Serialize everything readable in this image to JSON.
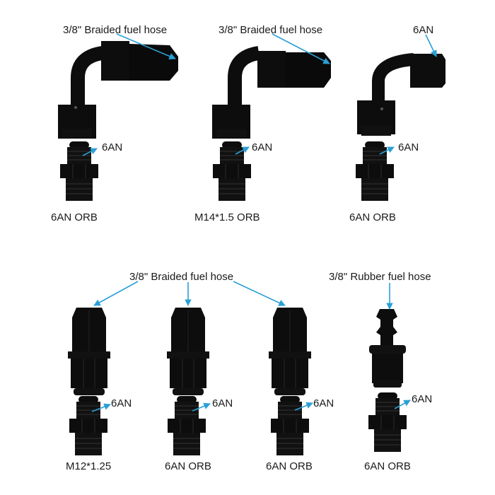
{
  "colors": {
    "background": "#ffffff",
    "fitting": "#0d0d0d",
    "fitting_highlight": "#2a2a2a",
    "arrow": "#2a9fd6",
    "text": "#1a1a1a"
  },
  "top_row": [
    {
      "hose_label": "3/8\" Braided fuel hose",
      "an_label": "6AN",
      "thread_label": "6AN ORB",
      "type": "90-degree braided hose end"
    },
    {
      "hose_label": "3/8\" Braided fuel hose",
      "an_label": "6AN",
      "thread_label": "M14*1.5 ORB",
      "type": "90-degree braided hose end"
    },
    {
      "hose_label": "6AN",
      "an_label": "6AN",
      "thread_label": "6AN ORB",
      "type": "90-degree female swivel"
    }
  ],
  "bottom_row": {
    "shared_hose_label": "3/8\" Braided fuel hose",
    "rubber_hose_label": "3/8\" Rubber fuel hose",
    "items": [
      {
        "an_label": "6AN",
        "thread_label": "M12*1.25",
        "type": "straight braided hose end"
      },
      {
        "an_label": "6AN",
        "thread_label": "6AN ORB",
        "type": "straight braided hose end"
      },
      {
        "an_label": "6AN",
        "thread_label": "6AN ORB",
        "type": "straight braided hose end"
      },
      {
        "an_label": "6AN",
        "thread_label": "6AN ORB",
        "type": "push-lock barb hose end"
      }
    ]
  }
}
